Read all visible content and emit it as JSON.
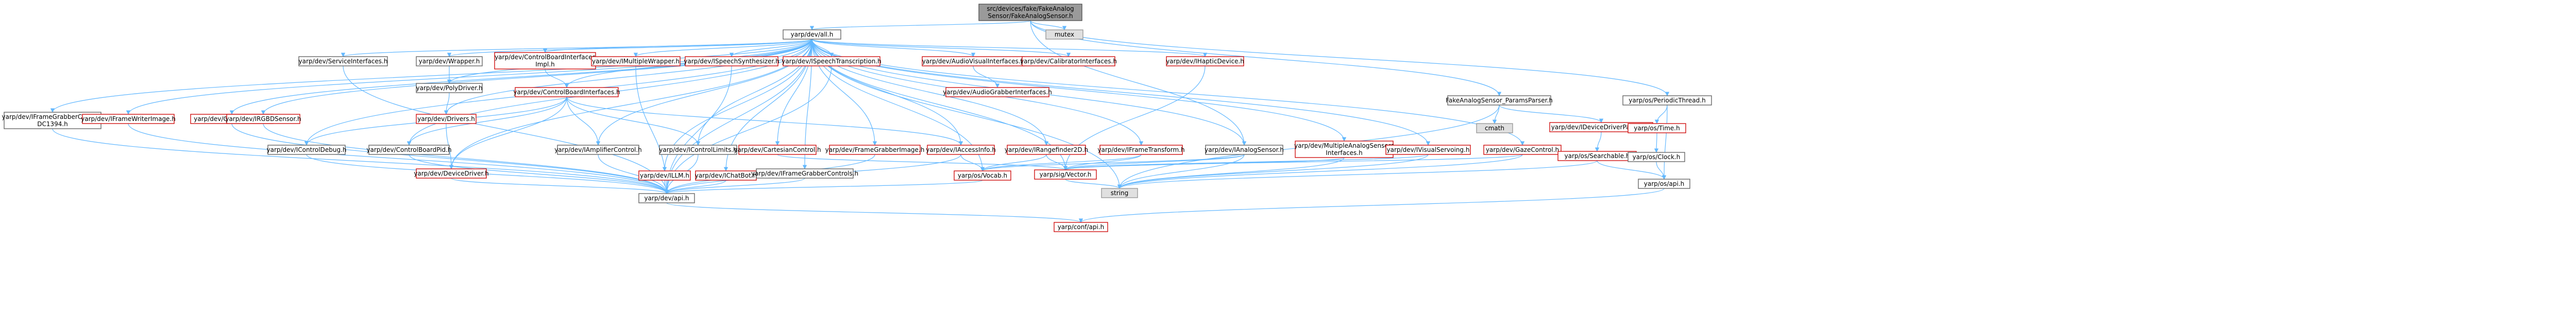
{
  "diagram": {
    "type": "include-dependency-graph",
    "nodes": [
      {
        "id": "root",
        "lines": [
          "src/devices/fake/FakeAnalog",
          "Sensor/FakeAnalogSensor.h"
        ],
        "style": "root"
      },
      {
        "id": "all",
        "lines": [
          "yarp/dev/all.h"
        ],
        "style": "std"
      },
      {
        "id": "mutex",
        "lines": [
          "mutex"
        ],
        "style": "grey"
      },
      {
        "id": "framegrabbercontrols_dc1394",
        "lines": [
          "yarp/dev/IFrameGrabberControls",
          "DC1394.h"
        ],
        "style": "std"
      },
      {
        "id": "framewriterimage",
        "lines": [
          "yarp/dev/IFrameWriterImage.h"
        ],
        "style": "red"
      },
      {
        "id": "gpuinterface",
        "lines": [
          "yarp/dev/GPUInterface.h"
        ],
        "style": "red"
      },
      {
        "id": "irgbdsensor",
        "lines": [
          "yarp/dev/IRGBDSensor.h"
        ],
        "style": "red"
      },
      {
        "id": "serviceinterfaces",
        "lines": [
          "yarp/dev/ServiceInterfaces.h"
        ],
        "style": "std"
      },
      {
        "id": "wrapper",
        "lines": [
          "yarp/dev/Wrapper.h"
        ],
        "style": "std"
      },
      {
        "id": "cbi_impl",
        "lines": [
          "yarp/dev/ControlBoardInterfaces",
          "Impl.h"
        ],
        "style": "red"
      },
      {
        "id": "imultiplewrapper",
        "lines": [
          "yarp/dev/IMultipleWrapper.h"
        ],
        "style": "red"
      },
      {
        "id": "ispeechsynth",
        "lines": [
          "yarp/dev/ISpeechSynthesizer.h"
        ],
        "style": "red"
      },
      {
        "id": "ispeechtrans",
        "lines": [
          "yarp/dev/ISpeechTranscription.h"
        ],
        "style": "red"
      },
      {
        "id": "audiovisual",
        "lines": [
          "yarp/dev/AudioVisualInterfaces.h"
        ],
        "style": "red"
      },
      {
        "id": "calibrator",
        "lines": [
          "yarp/dev/CalibratorInterfaces.h"
        ],
        "style": "red"
      },
      {
        "id": "ihaptic",
        "lines": [
          "yarp/dev/IHapticDevice.h"
        ],
        "style": "red"
      },
      {
        "id": "polydriver",
        "lines": [
          "yarp/dev/PolyDriver.h"
        ],
        "style": "std"
      },
      {
        "id": "cbi",
        "lines": [
          "yarp/dev/ControlBoardInterfaces.h"
        ],
        "style": "red"
      },
      {
        "id": "audiograbber",
        "lines": [
          "yarp/dev/AudioGrabberInterfaces.h"
        ],
        "style": "red"
      },
      {
        "id": "drivers",
        "lines": [
          "yarp/dev/Drivers.h"
        ],
        "style": "red"
      },
      {
        "id": "icontroldebug",
        "lines": [
          "yarp/dev/IControlDebug.h"
        ],
        "style": "std"
      },
      {
        "id": "controlboardpid",
        "lines": [
          "yarp/dev/ControlBoardPid.h"
        ],
        "style": "std"
      },
      {
        "id": "iamplifier",
        "lines": [
          "yarp/dev/IAmplifierControl.h"
        ],
        "style": "std"
      },
      {
        "id": "icontrollimits",
        "lines": [
          "yarp/dev/IControlLimits.h"
        ],
        "style": "std"
      },
      {
        "id": "icartesian",
        "lines": [
          "yarp/dev/CartesianControl.h"
        ],
        "style": "red"
      },
      {
        "id": "iframegrabberimage",
        "lines": [
          "yarp/dev/FrameGrabberImage.h"
        ],
        "style": "red"
      },
      {
        "id": "iaccessinfo",
        "lines": [
          "yarp/dev/IAccessInfo.h"
        ],
        "style": "red"
      },
      {
        "id": "irangefinder",
        "lines": [
          "yarp/dev/IRangefinder2D.h"
        ],
        "style": "red"
      },
      {
        "id": "iframetransform",
        "lines": [
          "yarp/dev/IFrameTransform.h"
        ],
        "style": "red"
      },
      {
        "id": "ianalogsensor",
        "lines": [
          "yarp/dev/IAnalogSensor.h"
        ],
        "style": "std"
      },
      {
        "id": "imultipleanalog",
        "lines": [
          "yarp/dev/MultipleAnalogSensors",
          "Interfaces.h"
        ],
        "style": "red"
      },
      {
        "id": "ivisualservoing",
        "lines": [
          "yarp/dev/IVisualServoing.h"
        ],
        "style": "red"
      },
      {
        "id": "igazecontrol",
        "lines": [
          "yarp/dev/GazeControl.h"
        ],
        "style": "red"
      },
      {
        "id": "devicedriver",
        "lines": [
          "yarp/dev/DeviceDriver.h"
        ],
        "style": "red"
      },
      {
        "id": "illm",
        "lines": [
          "yarp/dev/ILLM.h"
        ],
        "style": "red"
      },
      {
        "id": "ichatbot",
        "lines": [
          "yarp/dev/IChatBot.h"
        ],
        "style": "red"
      },
      {
        "id": "iframegrabbercontrols",
        "lines": [
          "yarp/dev/IFrameGrabberControls.h"
        ],
        "style": "std"
      },
      {
        "id": "vocab",
        "lines": [
          "yarp/os/Vocab.h"
        ],
        "style": "red"
      },
      {
        "id": "vector",
        "lines": [
          "yarp/sig/Vector.h"
        ],
        "style": "red"
      },
      {
        "id": "string",
        "lines": [
          "string"
        ],
        "style": "grey"
      },
      {
        "id": "devapi",
        "lines": [
          "yarp/dev/api.h"
        ],
        "style": "std"
      },
      {
        "id": "config_api",
        "lines": [
          "yarp/conf/api.h"
        ],
        "style": "red"
      },
      {
        "id": "paramsparser",
        "lines": [
          "FakeAnalogSensor_ParamsParser.h"
        ],
        "style": "std"
      },
      {
        "id": "cmath",
        "lines": [
          "cmath"
        ],
        "style": "grey"
      },
      {
        "id": "idevicedriverparams",
        "lines": [
          "yarp/dev/IDeviceDriverParams.h"
        ],
        "style": "red"
      },
      {
        "id": "searchable",
        "lines": [
          "yarp/os/Searchable.h"
        ],
        "style": "red"
      },
      {
        "id": "periodicthread",
        "lines": [
          "yarp/os/PeriodicThread.h"
        ],
        "style": "std"
      },
      {
        "id": "ostime",
        "lines": [
          "yarp/os/Time.h"
        ],
        "style": "red"
      },
      {
        "id": "osclock",
        "lines": [
          "yarp/os/Clock.h"
        ],
        "style": "std"
      },
      {
        "id": "osapi",
        "lines": [
          "yarp/os/api.h"
        ],
        "style": "std"
      }
    ]
  }
}
